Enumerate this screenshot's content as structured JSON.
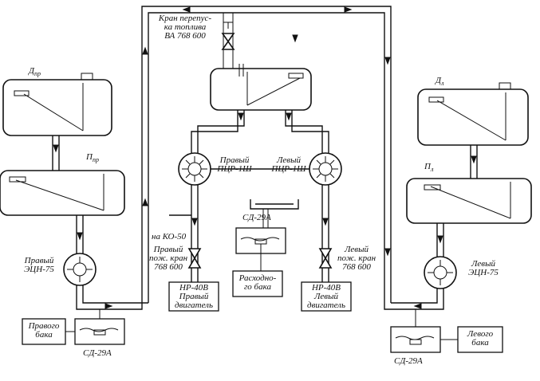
{
  "labels": {
    "valve_top_line1": "Кран перепус-",
    "valve_top_line2": "ка топлива",
    "valve_top_line3": "ВА 768 600",
    "tank_d_right_letter": "Д",
    "tank_d_right_sub": "пр",
    "tank_p_right_letter": "П",
    "tank_p_right_sub": "пр",
    "tank_d_left_letter": "Д",
    "tank_d_left_sub": "л",
    "tank_p_left_letter": "П",
    "tank_p_left_sub": "л",
    "pump_right_pcr_line1": "Правый",
    "pump_right_pcr_line2": "ПЦР-1Ш",
    "pump_left_pcr_line1": "Левый",
    "pump_left_pcr_line2": "ПЦР-1Ш",
    "pump_right_ecn_line1": "Правый",
    "pump_right_ecn_line2": "ЭЦН-75",
    "pump_left_ecn_line1": "Левый",
    "pump_left_ecn_line2": "ЭЦН-75",
    "to_ko50": "на КО-50",
    "right_fire_valve_line1": "Правый",
    "right_fire_valve_line2": "пож. кран",
    "right_fire_valve_line3": "768 600",
    "left_fire_valve_line1": "Левый",
    "left_fire_valve_line2": "пож. кран",
    "left_fire_valve_line3": "768 600",
    "sd_center": "СД-29А",
    "consumption_tank_line1": "Расходно-",
    "consumption_tank_line2": "го бака",
    "nr_right": "НР-40В",
    "engine_right_line1": "Правый",
    "engine_right_line2": "двигатель",
    "nr_left": "НР-40В",
    "engine_left_line1": "Левый",
    "engine_left_line2": "двигатель",
    "right_tank_box_line1": "Правого",
    "right_tank_box_line2": "бака",
    "left_tank_box_line1": "Левого",
    "left_tank_box_line2": "бака",
    "sd_left_bottom": "СД-29А",
    "sd_right_bottom": "СД-29А"
  }
}
